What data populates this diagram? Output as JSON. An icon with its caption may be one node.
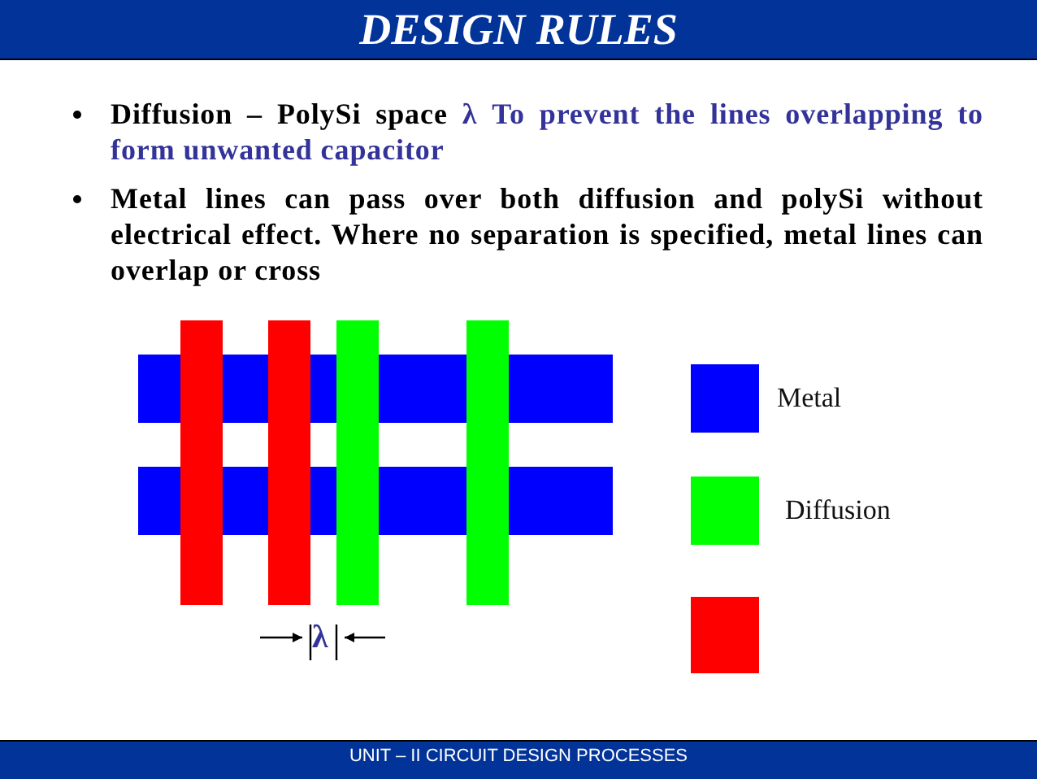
{
  "diagram": {
    "title": "DESIGN RULES",
    "labels": [
      "Diffusion – PolySi space",
      "λ To prevent the lines overlapping to form unwanted capacitor",
      "Metal lines can pass over both diffusion and polySi without electrical effect. Where no separation is specified, metal lines can overlap or cross",
      "λ",
      "UNIT – II CIRCUIT DESIGN PROCESSES"
    ],
    "legend": [
      {
        "text": "Metal",
        "color": "#0000ff"
      },
      {
        "text": "Diffusion",
        "color": "#00ff00"
      }
    ]
  }
}
